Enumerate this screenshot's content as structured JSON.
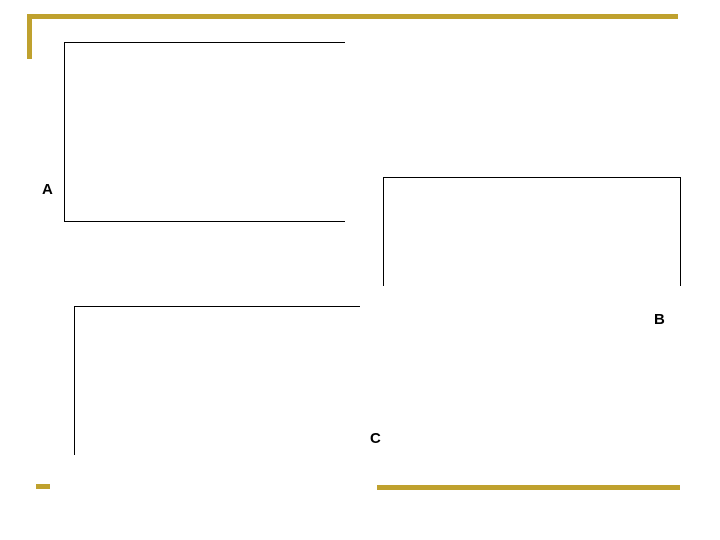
{
  "slide": {
    "title": "",
    "background_color": "#FFFFFF",
    "accent_color": "#BFA12E",
    "outline_color": "#000000"
  },
  "decorations": {
    "top_rule": {
      "name": "gold-top-rule",
      "color": "#BFA12E"
    },
    "left_tick": {
      "name": "gold-left-tick",
      "color": "#BFA12E"
    },
    "bottom_left_dash": {
      "name": "gold-bottom-left-dash",
      "color": "#BFA12E"
    },
    "bottom_rule": {
      "name": "gold-bottom-rule",
      "color": "#BFA12E"
    }
  },
  "diagram": {
    "shapes": [
      {
        "id": "a",
        "label": "A",
        "open_side": "right",
        "borders": [
          "left",
          "top",
          "bottom"
        ],
        "stroke_color": "#000000",
        "fill": "none"
      },
      {
        "id": "b",
        "label": "B",
        "open_side": "bottom",
        "borders": [
          "left",
          "top",
          "right"
        ],
        "stroke_color": "#000000",
        "fill": "none"
      },
      {
        "id": "c",
        "label": "C",
        "open_side": "right-and-bottom",
        "borders": [
          "left",
          "top"
        ],
        "stroke_color": "#000000",
        "fill": "none"
      }
    ]
  }
}
